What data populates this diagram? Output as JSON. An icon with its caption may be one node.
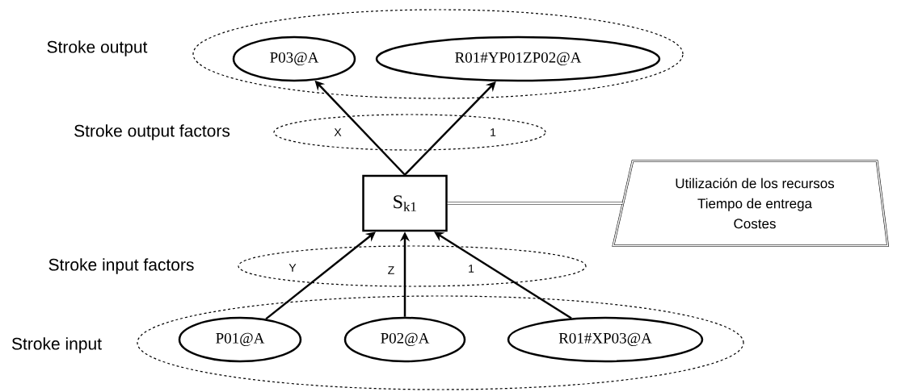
{
  "diagram": {
    "nodes": [
      {
        "text": [
          "Stroke output"
        ]
      },
      {
        "text": [
          "P03@A"
        ],
        "in": 0
      },
      {
        "text": [
          "R01#YP01ZP02@A"
        ],
        "in": 0
      },
      {
        "text": [
          "S$_{k1}$"
        ]
      },
      {
        "text": [
          "Utilización de los recursos",
          "Tiempo de entrega",
          "Costes"
        ]
      },
      {
        "text": [
          "Stroke input"
        ]
      },
      {
        "text": [
          "P01@A"
        ],
        "in": 5
      },
      {
        "text": [
          "P02@A"
        ],
        "in": 5
      },
      {
        "text": [
          "R01#XP03@A"
        ],
        "in": 5
      }
    ],
    "edges": [
      {
        "from": 3,
        "to": 1,
        "arrow": "to",
        "label": "X"
      },
      {
        "from": 3,
        "to": 2,
        "arrow": "to",
        "label": "1"
      },
      {
        "from": 6,
        "to": 3,
        "arrow": "to",
        "label": "Y"
      },
      {
        "from": 7,
        "to": 3,
        "arrow": "to",
        "label": "Z"
      },
      {
        "from": 8,
        "to": 3,
        "arrow": "to",
        "label": "1"
      },
      {
        "from": 3,
        "to": 4,
        "arrow": "none"
      }
    ],
    "labels": [
      "Stroke output factors",
      "Stroke input factors"
    ]
  }
}
